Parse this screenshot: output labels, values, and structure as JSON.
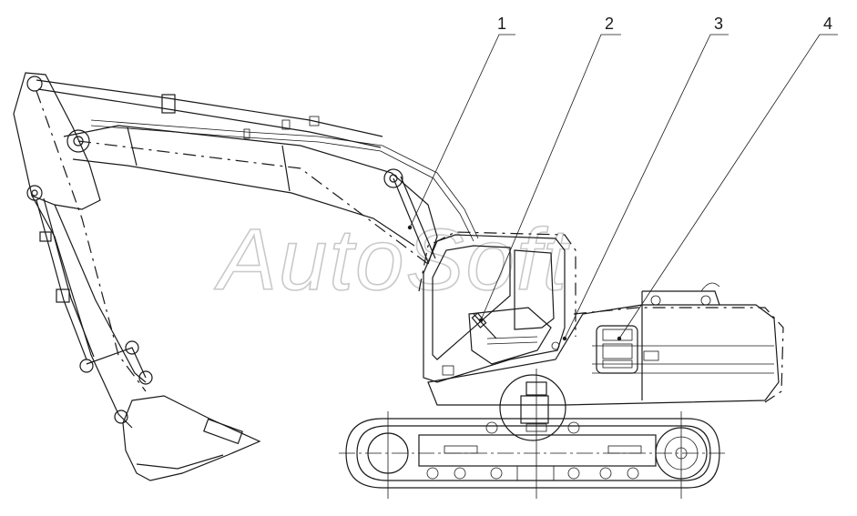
{
  "watermark": "AutoSoft",
  "callouts": [
    {
      "label": "1"
    },
    {
      "label": "2"
    },
    {
      "label": "3"
    },
    {
      "label": "4"
    }
  ]
}
